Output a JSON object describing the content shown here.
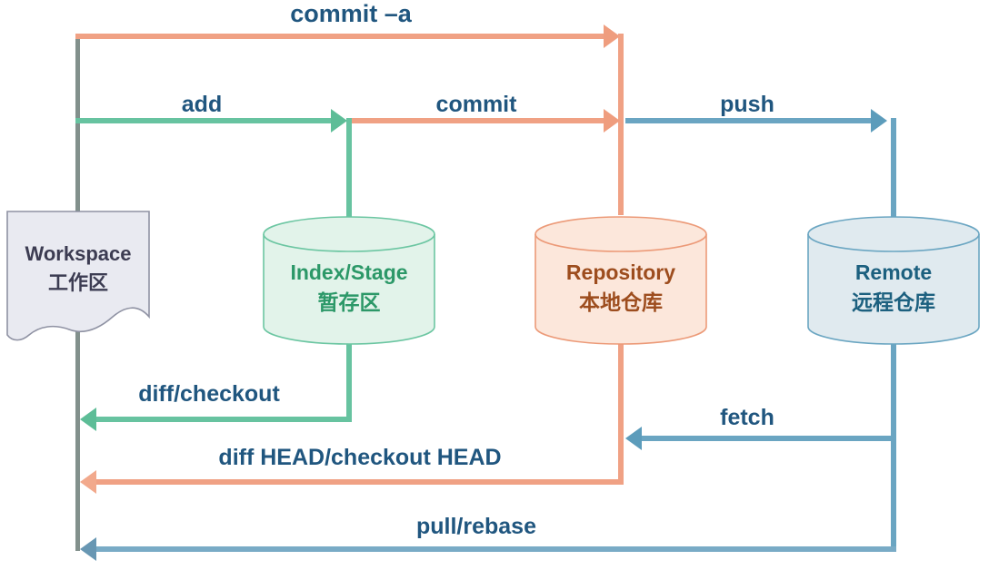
{
  "arrows": {
    "commit_a": {
      "label": "commit –a",
      "color": "#f0a184",
      "head_color": "#ef9d7e"
    },
    "add": {
      "label": "add",
      "color": "#67c3a0",
      "head_color": "#5dbd97"
    },
    "commit": {
      "label": "commit",
      "color": "#f0a184",
      "head_color": "#ef9d7e"
    },
    "push": {
      "label": "push",
      "color": "#6aa5c2",
      "head_color": "#5c9cbb"
    },
    "diff_checkout": {
      "label": "diff/checkout",
      "color": "#67c3a0",
      "head_color": "#5dbd97"
    },
    "fetch": {
      "label": "fetch",
      "color": "#6aa5c2",
      "head_color": "#5c9cbb"
    },
    "diff_head": {
      "label": "diff HEAD/checkout HEAD",
      "color": "#f0a184",
      "head_color": "#f2a98c"
    },
    "pull_rebase": {
      "label": "pull/rebase",
      "color": "#79abc6",
      "head_color": "#6897b3"
    }
  },
  "nodes": {
    "workspace": {
      "title": "Workspace",
      "subtitle": "工作区",
      "fill": "#e9eaf1",
      "border": "#8f92a3",
      "text_color": "#3c3c52"
    },
    "index": {
      "title": "Index/Stage",
      "subtitle": "暂存区",
      "fill": "#e2f3ea",
      "border": "#6cc6a2",
      "text_color": "#2c9868"
    },
    "repository": {
      "title": "Repository",
      "subtitle": "本地仓库",
      "fill": "#fce7db",
      "border": "#ec9a78",
      "text_color": "#9d4d1e"
    },
    "remote": {
      "title": "Remote",
      "subtitle": "远程仓库",
      "fill": "#e0eaef",
      "border": "#6ba6c2",
      "text_color": "#1c607f"
    }
  },
  "colors": {
    "label": "#20567f",
    "left_rail": "#82908c",
    "background": "#ffffff"
  }
}
